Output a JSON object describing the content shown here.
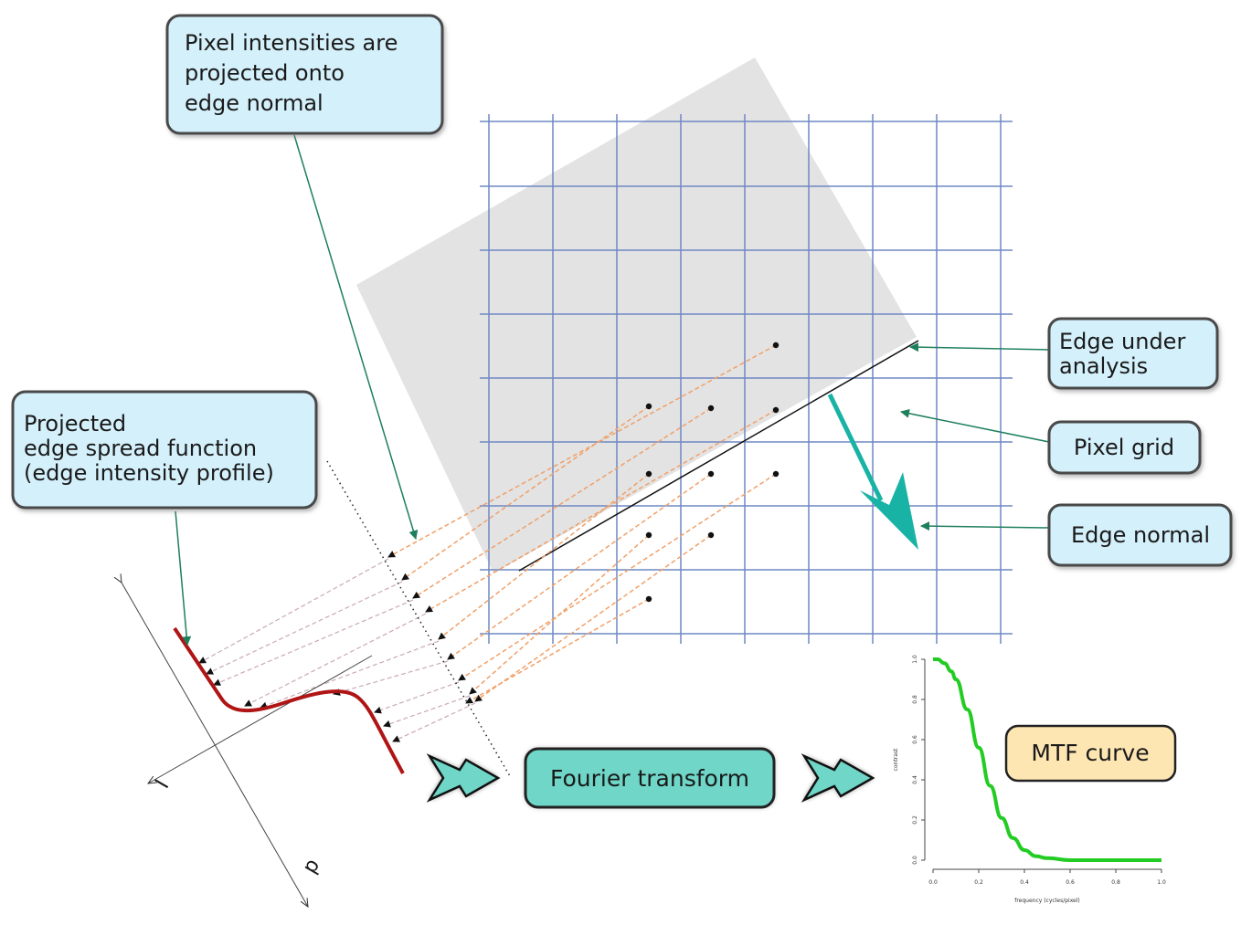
{
  "callouts": {
    "projection_note": [
      "Pixel intensities are",
      "projected onto",
      "edge normal"
    ],
    "esf_note": [
      "Projected",
      "edge spread function",
      "(edge intensity profile)"
    ],
    "edge_label": [
      "Edge under",
      "analysis"
    ],
    "grid_label": "Pixel grid",
    "normal_label": "Edge normal",
    "fourier_label": "Fourier transform",
    "mtf_label": "MTF curve"
  },
  "axes": {
    "intensity_symbol": "I",
    "distance_symbol": "p"
  },
  "colors": {
    "callout_fill": "#d4f0fb",
    "callout_border": "#4a4a4a",
    "fourier_fill": "#6fd6c8",
    "mtf_label_fill": "#fde6b2",
    "grid_line": "#6f88c4",
    "edge_region": "#e3e3e3",
    "edge_normal_arrow": "#19b3a6",
    "pointer_arrow": "#1e7f5c",
    "esf_curve": "#b01515",
    "projection_line": "#f0a068",
    "mtf_curve": "#22cc22"
  },
  "chart_data": {
    "type": "line",
    "title": "",
    "xlabel": "frequency (cycles/pixel)",
    "ylabel": "contrast",
    "xlim": [
      0.0,
      1.0
    ],
    "ylim": [
      0.0,
      1.0
    ],
    "x_ticks": [
      "0.0",
      "0.2",
      "0.4",
      "0.6",
      "0.8",
      "1.0"
    ],
    "y_ticks": [
      "0.0",
      "0.2",
      "0.4",
      "0.6",
      "0.8",
      "1.0"
    ],
    "x": [
      0.0,
      0.02,
      0.05,
      0.08,
      0.1,
      0.15,
      0.2,
      0.25,
      0.3,
      0.35,
      0.4,
      0.45,
      0.5,
      0.6,
      0.7,
      0.8,
      0.9,
      1.0
    ],
    "series": [
      {
        "values": [
          1.0,
          1.0,
          0.98,
          0.94,
          0.9,
          0.75,
          0.56,
          0.37,
          0.21,
          0.11,
          0.05,
          0.02,
          0.01,
          0.0,
          0.0,
          0.0,
          0.0,
          0.0
        ]
      }
    ],
    "grid": false,
    "legend": "none"
  }
}
